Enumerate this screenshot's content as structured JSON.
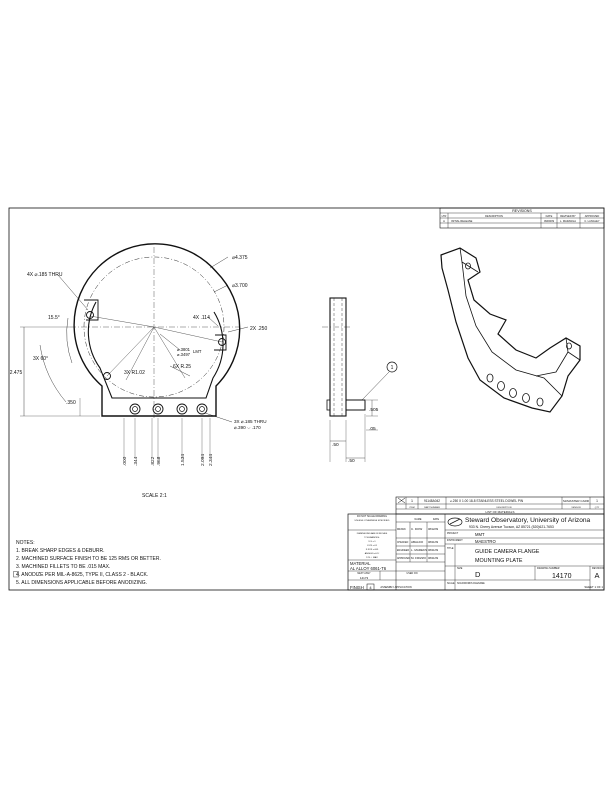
{
  "revisions": {
    "title": "REVISIONS",
    "headers": [
      "LTR",
      "DESCRIPTION",
      "DATE",
      "REVISED BY",
      "APPROVED"
    ],
    "row": [
      "A",
      "INITIAL RELEASE",
      "09/09/09",
      "L. MARANGA",
      "C. LANGLEY"
    ]
  },
  "front_view": {
    "dim_od": "⌀4.375",
    "dim_bc": "⌀3.700",
    "dim_thru": "4X ⌀.185 THRU",
    "dim_4x_114": "4X .114",
    "dim_2x_250": "2X .250",
    "dim_angle": "15.5°",
    "dim_3x60": "3X 60°",
    "dim_height": "2.475",
    "dim_3xr102": "3X R1.02",
    "dim_bore_a": "⌀.3801",
    "dim_bore_b": "⌀.3497",
    "dim_bore_lmt": "LMT",
    "dim_r25": "6X R.25",
    "dim_350": ".350",
    "dim_holes_a": "3X ⌀.185 THRU",
    "dim_holes_b": "⌀.390 ⌵ .170",
    "bottom_dims": [
      ".000",
      ".344",
      ".822",
      ".968",
      "1.534",
      "2.094",
      "2.344"
    ]
  },
  "side_view": {
    "balloon": "1",
    "dim_505": ".505",
    "dim_05": ".05",
    "dim_50a": ".50",
    "dim_50b": ".50"
  },
  "scale": "SCALE 2:1",
  "notes": {
    "title": "NOTES:",
    "items": [
      "1. BREAK SHARP EDGES & DEBURR.",
      "2. MACHINED SURFACE FINISH TO BE 125 RMS OR BETTER.",
      "3. MACHINED FILLETS TO BE .015 MAX.",
      "4. ANODIZE PER MIL-A-8625, TYPE II, CLASS 2 - BLACK.",
      "5. ALL DIMENSIONS APPLICABLE BEFORE ANODIZING."
    ],
    "flag": "4"
  },
  "bom": {
    "item": "1",
    "part": "91148A042",
    "desc": "⌀.250 X 1.00 18-8 STAINLESS STEEL DOWEL PIN",
    "vendor": "McMASTER CARR",
    "qty": "1",
    "label": "LIST OF MATERIALS",
    "headers": [
      "ITEM",
      "PART NUMBER",
      "DESCRIPTION",
      "VENDOR",
      "QTY"
    ]
  },
  "title_block": {
    "org": "Steward Observatory, University of Arizona",
    "address": "933 N. Cherry Avenue Tucson, AZ 85721   (520)621-7653",
    "unless": "DO NOT SCALE DRAWING",
    "tol_header": "UNLESS OTHERWISE SPECIFIED",
    "tolerances": [
      "DIMENSIONS ARE IN INCHES",
      "TOLERANCES:",
      "X.X ±.1",
      "X.XX ±.01",
      "X.XXX ±.005",
      "ANGLES ±0.5°",
      "125 ✓ MAX"
    ],
    "sign_headers": [
      "NAME",
      "DATE"
    ],
    "sign_rows": [
      [
        "DRAWN",
        "C. DOW",
        "08/12/09"
      ],
      [
        "CHECKED",
        "ABALDO",
        "08/21/09"
      ],
      [
        "ENGINEER",
        "L. MAREKS",
        "08/21/09"
      ],
      [
        "APPROVED",
        "M. FRIZZO",
        "08/21/09"
      ]
    ],
    "material_label": "MATERIAL",
    "material": "AL ALLOY 6061-T6",
    "finish_label": "FINISH",
    "finish": "4",
    "next_assy": "NEXT ASSY",
    "used_on": "USED ON",
    "next_assy_val": "14173",
    "assy_label": "ASSEMBLY APPLICATION",
    "project_label": "PROJECT",
    "project": "MMT",
    "instrument_label": "INSTRUMENT",
    "instrument": "MAESTRO",
    "title_label": "TITLE",
    "title_1": "GUIDE CAMERA FLANGE",
    "title_2": "MOUNTING PLATE",
    "size_label": "SIZE",
    "size": "D",
    "dwg_label": "DRAWING NUMBER",
    "dwg": "14170",
    "rev_label": "REVISION",
    "rev": "A",
    "sheet": "SHEET 1 OF 1",
    "file_label": "SOLIDWORKS FILENAME",
    "scale_label": "SCALE"
  }
}
